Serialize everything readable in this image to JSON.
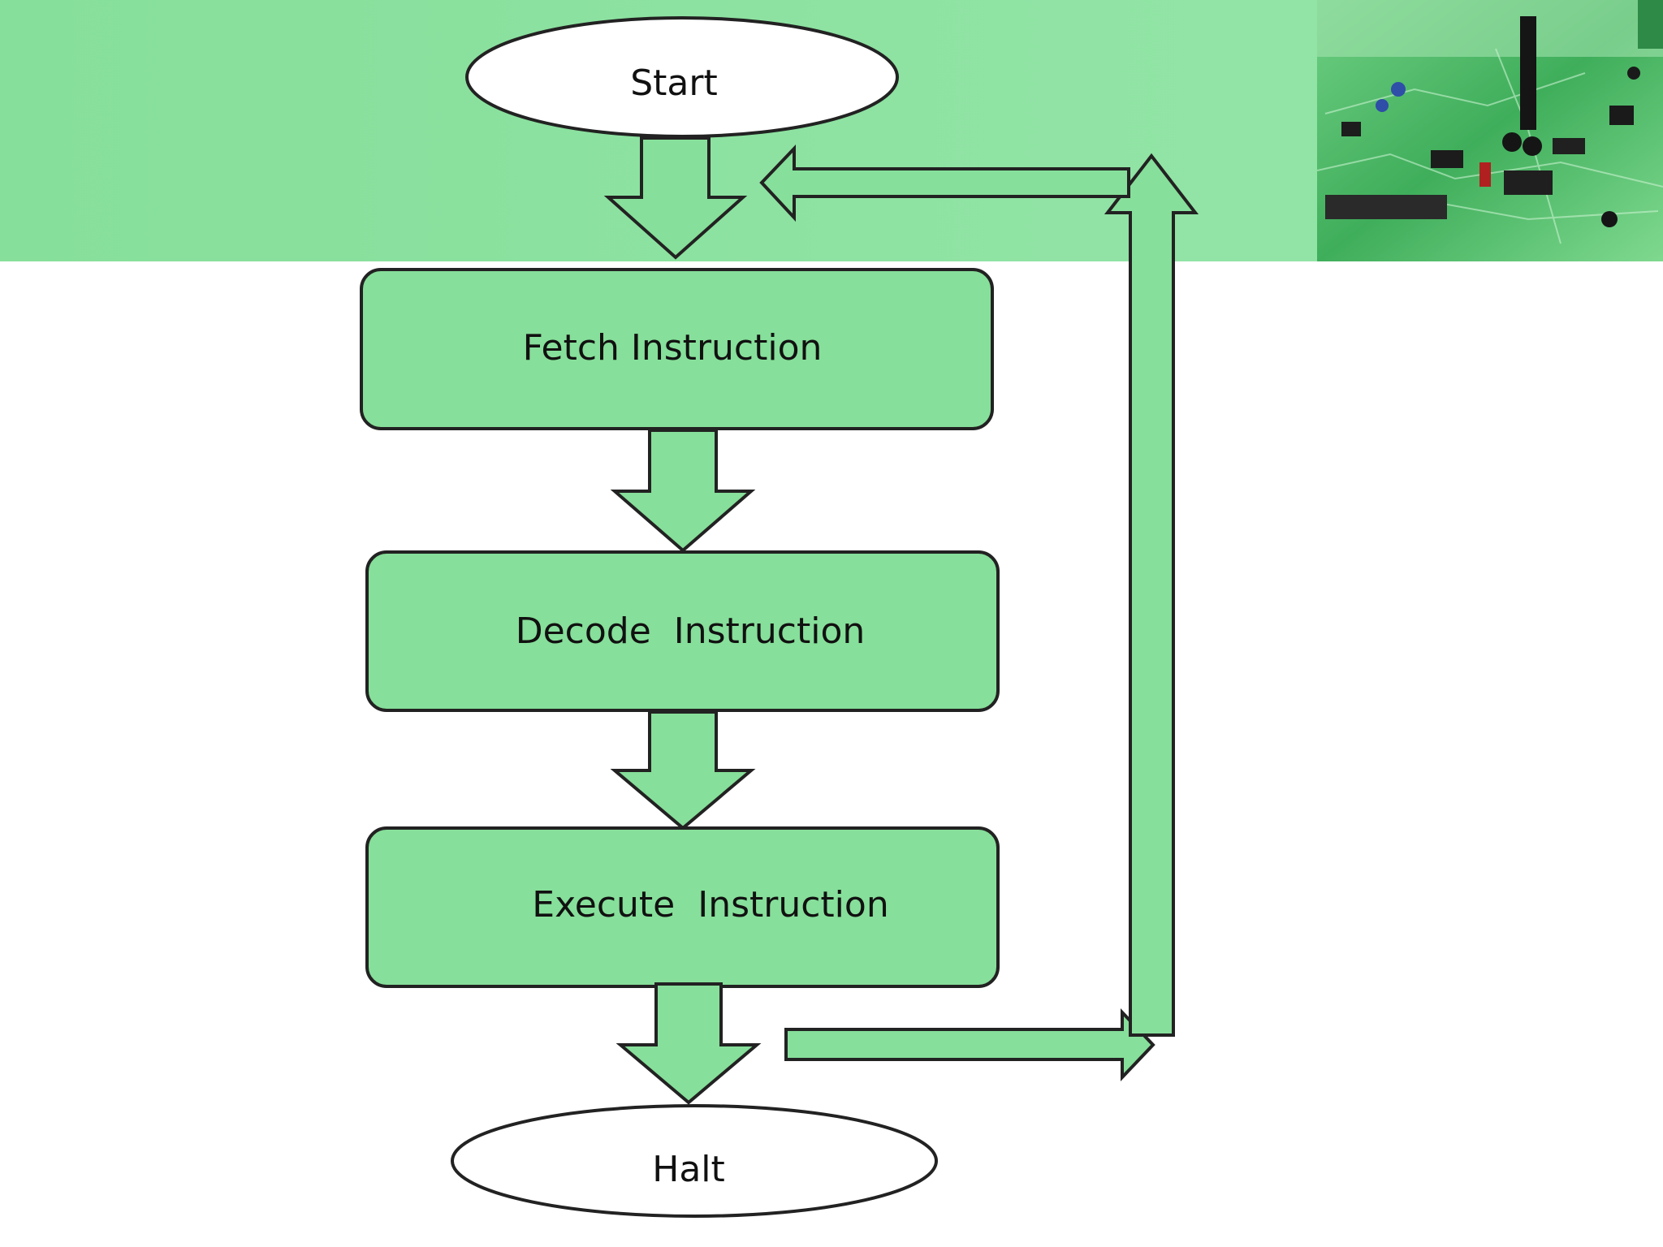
{
  "diagram": {
    "nodes": {
      "start": "Start",
      "fetch": "Fetch Instruction",
      "decode": "Decode  Instruction",
      "execute": "Execute  Instruction",
      "halt": "Halt"
    },
    "colors": {
      "box_fill": "#86df9a",
      "header_band": "#8ee3a2",
      "outline": "#222222",
      "terminal_fill": "#ffffff"
    }
  },
  "photo": {
    "icon": "circuit-board-photo"
  }
}
